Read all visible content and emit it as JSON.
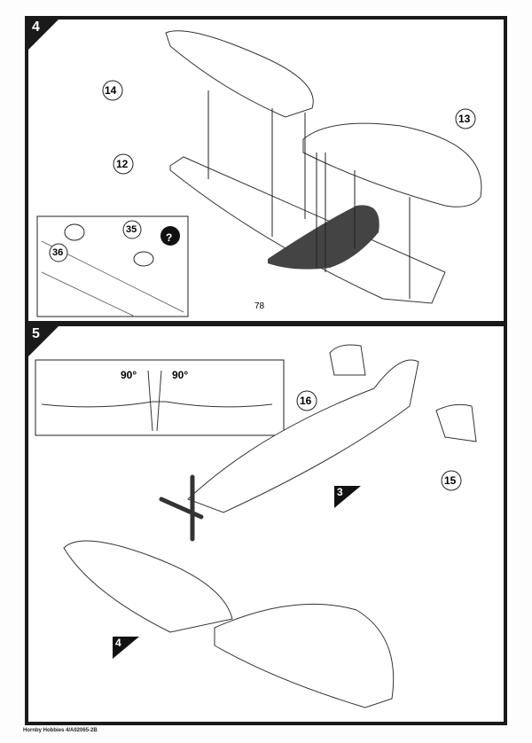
{
  "steps": [
    {
      "number": "4",
      "parts": {
        "p14": "14",
        "p13": "13",
        "p12": "12",
        "p78": "78",
        "p36": "36",
        "p35": "35"
      },
      "help_icon": "question-icon"
    },
    {
      "number": "5",
      "parts": {
        "p16": "16",
        "p15": "15"
      },
      "angles": {
        "left": "90°",
        "right": "90°"
      },
      "refs": {
        "r3": "3",
        "r4": "4"
      }
    }
  ],
  "footer": "Hornby Hobbies 4/A02065-2B"
}
